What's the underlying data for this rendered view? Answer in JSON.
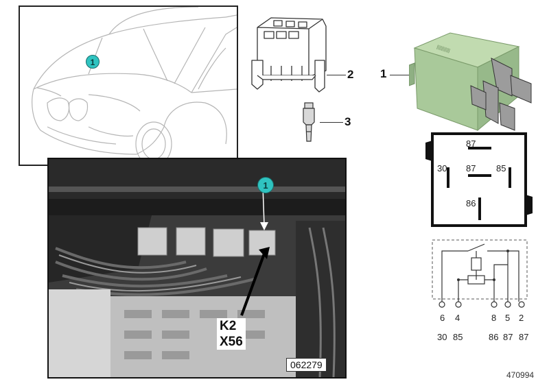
{
  "callouts": {
    "part_1": "1",
    "part_2": "2",
    "part_3": "3",
    "car_location": "1",
    "photo_location": "1"
  },
  "photo": {
    "label_line1": "K2",
    "label_line2": "X56",
    "image_code": "062279"
  },
  "relay_pins": {
    "top": "87",
    "center": "87",
    "left": "30",
    "right": "85",
    "bottom": "86"
  },
  "schematic": {
    "terminals": [
      "6",
      "4",
      "8",
      "5",
      "2"
    ],
    "functions": [
      "30",
      "85",
      "86",
      "87",
      "87"
    ]
  },
  "diagram_number": "470994",
  "colors": {
    "relay_green": "#a9c99a",
    "badge_cyan": "#2fc3c0"
  }
}
